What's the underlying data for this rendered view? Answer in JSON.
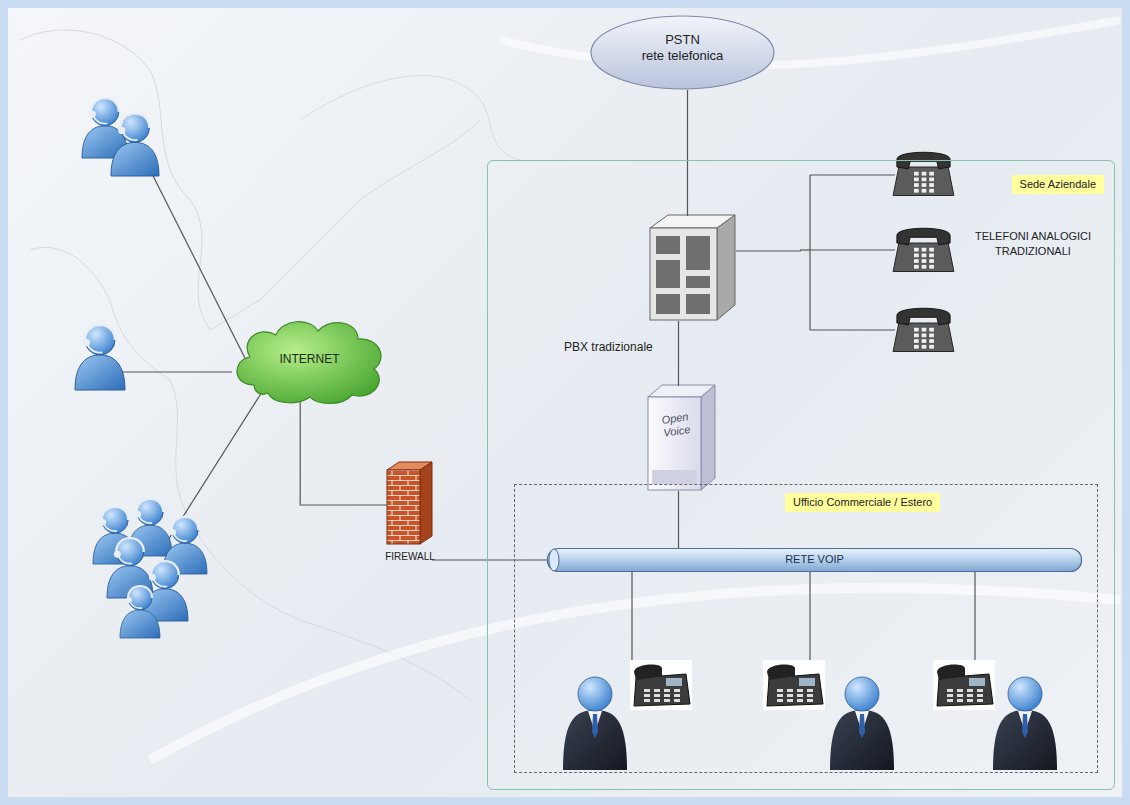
{
  "diagram": {
    "nodes": [
      {
        "text": [
          "PSTN",
          "rete telefonica"
        ]
      },
      {
        "text": [
          "Sede Aziendale"
        ]
      },
      {
        "text": [
          "PBX tradizionale"
        ],
        "in": 1
      },
      {
        "text": [
          "TELEFONI ANALOGICI TRADIZIONALI"
        ],
        "in": 1
      },
      {
        "text": [
          "Open Voice"
        ],
        "in": 1
      },
      {
        "text": [
          "Ufficio Commerciale / Estero"
        ],
        "in": 1
      },
      {
        "text": [
          "RETE VOIP"
        ],
        "in": 5
      },
      {
        "text": [
          "INTERNET"
        ]
      },
      {
        "text": [
          "FIREWALL"
        ]
      }
    ],
    "edges": [
      {
        "from": 0,
        "to": 2,
        "arrow": "none"
      },
      {
        "from": 2,
        "to": 3,
        "arrow": "none"
      },
      {
        "from": 2,
        "to": 4,
        "arrow": "none"
      },
      {
        "from": 4,
        "to": 6,
        "arrow": "none"
      },
      {
        "from": 7,
        "to": 8,
        "arrow": "none"
      },
      {
        "from": 8,
        "to": 6,
        "arrow": "none"
      }
    ]
  }
}
